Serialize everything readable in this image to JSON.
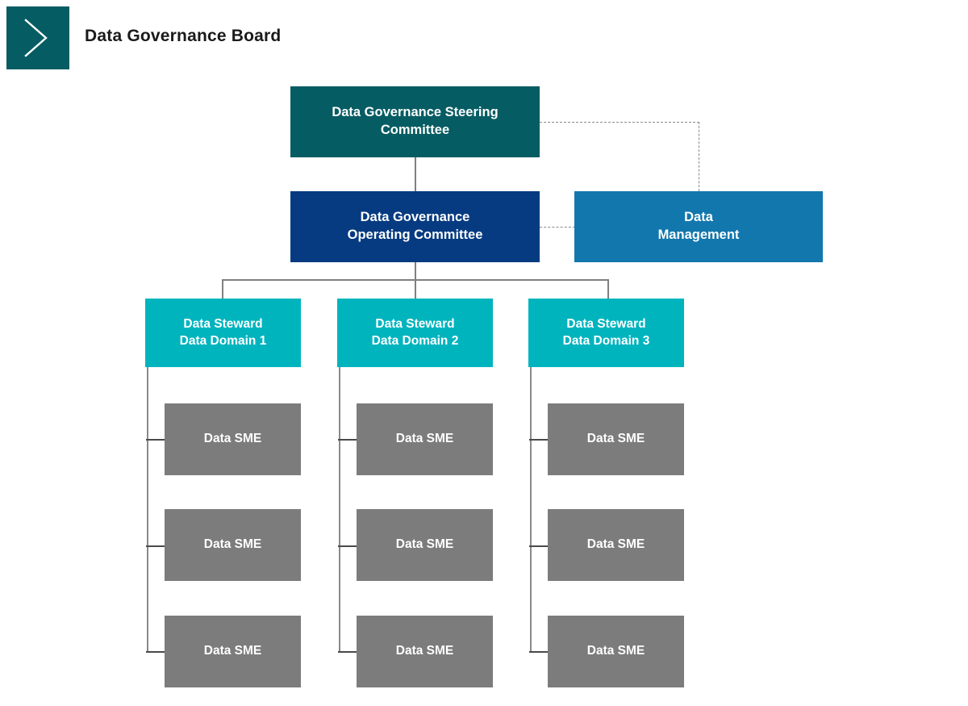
{
  "header": {
    "title": "Data Governance Board",
    "logo_icon": "chevron-right-icon",
    "logo_color": "#065C63"
  },
  "colors": {
    "steering": "#065C63",
    "operating": "#063B81",
    "data_management": "#1277AD",
    "steward": "#00B4BE",
    "sme": "#7C7C7C",
    "connector": "#808080",
    "background": "#FFFFFF",
    "text_on_box": "#FFFFFF",
    "title_text": "#1A1A1A"
  },
  "chart_data": {
    "type": "diagram",
    "title": "Data Governance Board",
    "nodes": [
      {
        "id": "steering",
        "label": "Data Governance Steering Committee",
        "level": 1,
        "color": "#065C63"
      },
      {
        "id": "operating",
        "label": "Data Governance Operating Committee",
        "level": 2,
        "color": "#063B81"
      },
      {
        "id": "datamgmt",
        "label": "Data Management",
        "level": 2,
        "color": "#1277AD"
      },
      {
        "id": "steward1",
        "label": "Data Steward Data Domain 1",
        "level": 3,
        "color": "#00B4BE"
      },
      {
        "id": "steward2",
        "label": "Data Steward Data Domain 2",
        "level": 3,
        "color": "#00B4BE"
      },
      {
        "id": "steward3",
        "label": "Data Steward Data Domain 3",
        "level": 3,
        "color": "#00B4BE"
      },
      {
        "id": "sme-1-1",
        "label": "Data SME",
        "level": 4,
        "color": "#7C7C7C"
      },
      {
        "id": "sme-1-2",
        "label": "Data SME",
        "level": 4,
        "color": "#7C7C7C"
      },
      {
        "id": "sme-1-3",
        "label": "Data SME",
        "level": 4,
        "color": "#7C7C7C"
      },
      {
        "id": "sme-2-1",
        "label": "Data SME",
        "level": 4,
        "color": "#7C7C7C"
      },
      {
        "id": "sme-2-2",
        "label": "Data SME",
        "level": 4,
        "color": "#7C7C7C"
      },
      {
        "id": "sme-2-3",
        "label": "Data SME",
        "level": 4,
        "color": "#7C7C7C"
      },
      {
        "id": "sme-3-1",
        "label": "Data SME",
        "level": 4,
        "color": "#7C7C7C"
      },
      {
        "id": "sme-3-2",
        "label": "Data SME",
        "level": 4,
        "color": "#7C7C7C"
      },
      {
        "id": "sme-3-3",
        "label": "Data SME",
        "level": 4,
        "color": "#7C7C7C"
      }
    ],
    "edges": [
      {
        "from": "steering",
        "to": "operating",
        "style": "solid"
      },
      {
        "from": "steering",
        "to": "datamgmt",
        "style": "dashed"
      },
      {
        "from": "operating",
        "to": "datamgmt",
        "style": "dashed"
      },
      {
        "from": "operating",
        "to": "steward1",
        "style": "solid"
      },
      {
        "from": "operating",
        "to": "steward2",
        "style": "solid"
      },
      {
        "from": "operating",
        "to": "steward3",
        "style": "solid"
      },
      {
        "from": "steward1",
        "to": "sme-1-1",
        "style": "solid"
      },
      {
        "from": "steward1",
        "to": "sme-1-2",
        "style": "solid"
      },
      {
        "from": "steward1",
        "to": "sme-1-3",
        "style": "solid"
      },
      {
        "from": "steward2",
        "to": "sme-2-1",
        "style": "solid"
      },
      {
        "from": "steward2",
        "to": "sme-2-2",
        "style": "solid"
      },
      {
        "from": "steward2",
        "to": "sme-2-3",
        "style": "solid"
      },
      {
        "from": "steward3",
        "to": "sme-3-1",
        "style": "solid"
      },
      {
        "from": "steward3",
        "to": "sme-3-2",
        "style": "solid"
      },
      {
        "from": "steward3",
        "to": "sme-3-3",
        "style": "solid"
      }
    ]
  },
  "boxes": {
    "steering": {
      "line1": "Data Governance Steering",
      "line2": "Committee"
    },
    "operating": {
      "line1": "Data Governance",
      "line2": "Operating Committee"
    },
    "data_management": {
      "line1": "Data",
      "line2": "Management"
    },
    "stewards": [
      {
        "line1": "Data Steward",
        "line2": "Data Domain 1"
      },
      {
        "line1": "Data Steward",
        "line2": "Data Domain 2"
      },
      {
        "line1": "Data Steward",
        "line2": "Data Domain 3"
      }
    ],
    "sme_label": "Data SME",
    "smes": [
      [
        {
          "label": "Data SME"
        },
        {
          "label": "Data SME"
        },
        {
          "label": "Data SME"
        }
      ],
      [
        {
          "label": "Data SME"
        },
        {
          "label": "Data SME"
        },
        {
          "label": "Data SME"
        }
      ],
      [
        {
          "label": "Data SME"
        },
        {
          "label": "Data SME"
        },
        {
          "label": "Data SME"
        }
      ]
    ]
  }
}
